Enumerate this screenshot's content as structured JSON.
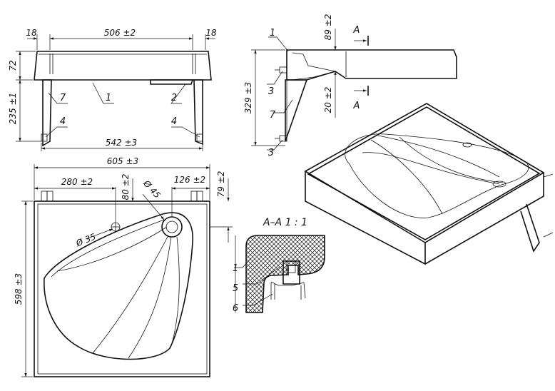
{
  "dimensions": {
    "front_left_flange": "18",
    "front_width": "506 ±2",
    "front_right_flange": "18",
    "front_thickness": "72",
    "front_bracket_height": "235 ±1",
    "front_bracket_span": "542 ±3",
    "plan_width": "605 ±3",
    "plan_depth": "598 ±3",
    "hole_x": "280 ±2",
    "hole_y": "80 ±2",
    "tap_hole_dia": "Ø 35",
    "drain_dia": "Ø 45",
    "drain_x": "126 ±2",
    "drain_y": "79 ±2",
    "side_height": "329 ±3",
    "side_top": "89 ±2",
    "side_bottom": "20 ±2"
  },
  "labels": {
    "part_1": "1",
    "part_2": "2",
    "part_3": "3",
    "part_4": "4",
    "part_5": "5",
    "part_6": "6",
    "part_7": "7",
    "section_letter": "A",
    "section_title": "A–A 1 : 1"
  }
}
